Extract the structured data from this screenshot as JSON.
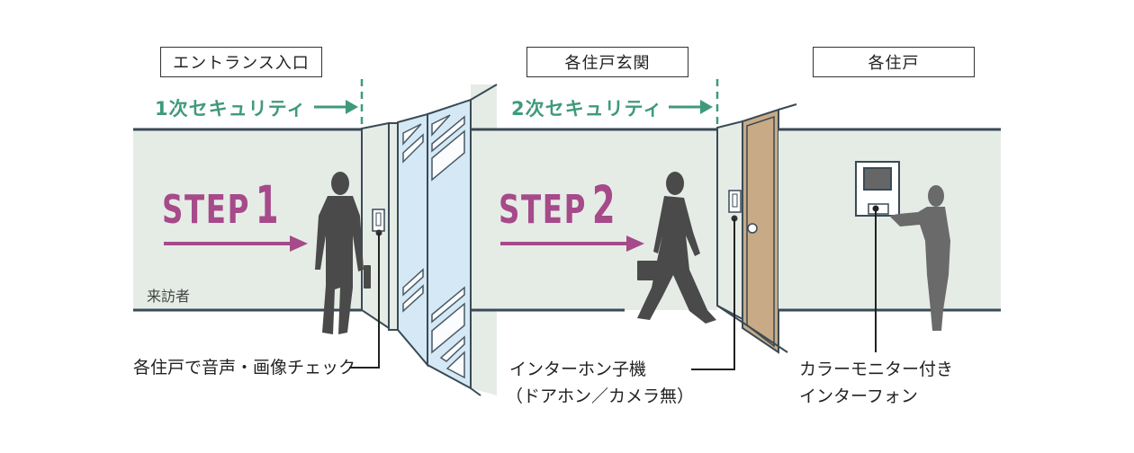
{
  "zones": [
    {
      "label": "エントランス入口"
    },
    {
      "label": "各住戸玄関"
    },
    {
      "label": "各住戸"
    }
  ],
  "security": [
    {
      "label": "1次セキュリティ",
      "arrow": "→"
    },
    {
      "label": "2次セキュリティ",
      "arrow": "→"
    }
  ],
  "steps": [
    {
      "word": "STEP",
      "number": "1"
    },
    {
      "word": "STEP",
      "number": "2"
    }
  ],
  "visitor_label": "来訪者",
  "captions": {
    "entrance": "各住戸で音声・画像チェック",
    "door_line1": "インターホン子機",
    "door_line2": "（ドアホン／カメラ無）",
    "unit_line1": "カラーモニター付き",
    "unit_line2": "インターフォン"
  },
  "colors": {
    "security_green": "#3f9a7a",
    "step_magenta": "#a64a8a",
    "wall": "#e5ece6",
    "outline": "#3a4a55",
    "glass": "#d4e9f5",
    "door": "#c8ab86",
    "silhouette": "#4a4a4a"
  },
  "icons": [
    "person-walking-icon",
    "person-standing-icon",
    "woman-icon",
    "intercom-icon",
    "monitor-intercom-icon",
    "glass-door-icon",
    "entry-door-icon",
    "arrow-right-icon"
  ]
}
